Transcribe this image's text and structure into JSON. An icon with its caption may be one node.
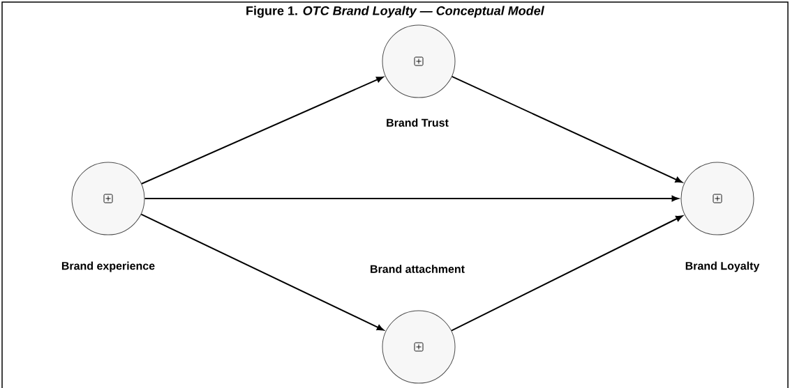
{
  "diagram": {
    "title": "Figure 1. *OTC Brand Loyalty —  Conceptual Model*",
    "nodes": [
      {
        "text": [
          "Brand experience"
        ]
      },
      {
        "text": [
          "Brand Trust"
        ]
      },
      {
        "text": [
          "Brand attachment"
        ]
      },
      {
        "text": [
          "Brand Loyalty"
        ]
      }
    ],
    "edges": [
      {
        "from": 0,
        "to": 1,
        "arrow": "to"
      },
      {
        "from": 0,
        "to": 3,
        "arrow": "to"
      },
      {
        "from": 0,
        "to": 2,
        "arrow": "to"
      },
      {
        "from": 1,
        "to": 3,
        "arrow": "to"
      },
      {
        "from": 2,
        "to": 3,
        "arrow": "to"
      }
    ]
  }
}
